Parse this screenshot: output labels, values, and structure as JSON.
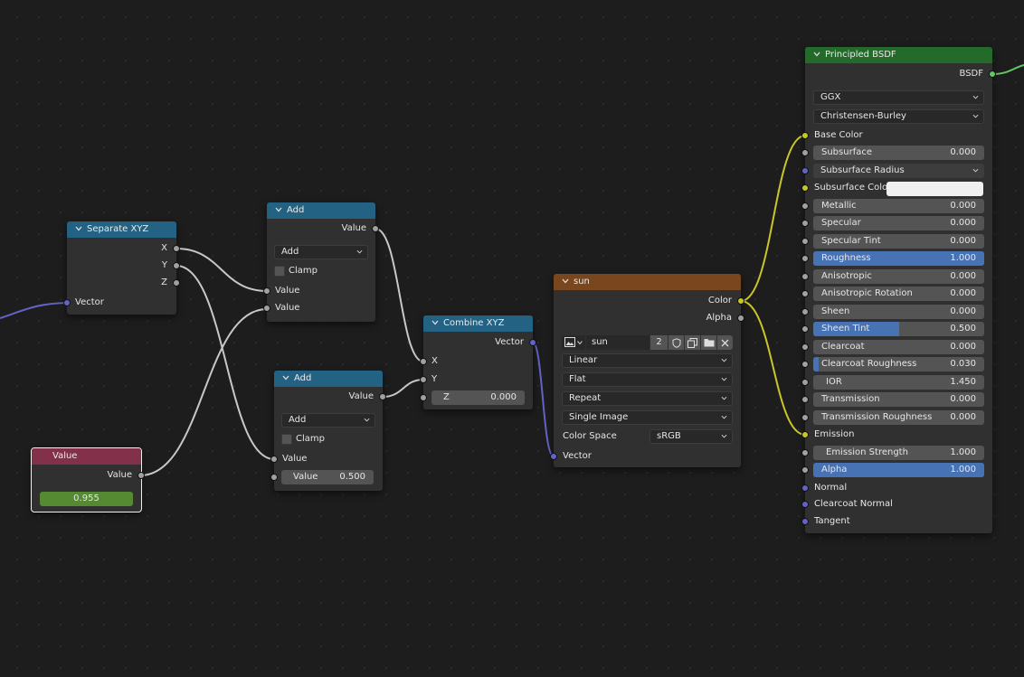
{
  "nodes": {
    "separate_xyz": {
      "title": "Separate XYZ",
      "outputs": [
        "X",
        "Y",
        "Z"
      ],
      "input": "Vector"
    },
    "add1": {
      "title": "Add",
      "output": "Value",
      "operation": "Add",
      "clamp": "Clamp",
      "inputs": [
        "Value",
        "Value"
      ]
    },
    "add2": {
      "title": "Add",
      "output": "Value",
      "operation": "Add",
      "clamp": "Clamp",
      "input1": "Value",
      "input2_label": "Value",
      "input2_value": "0.500"
    },
    "value": {
      "title": "Value",
      "output": "Value",
      "field": "0.955"
    },
    "combine_xyz": {
      "title": "Combine XYZ",
      "output": "Vector",
      "inputs": [
        "X",
        "Y"
      ],
      "z_label": "Z",
      "z_value": "0.000"
    },
    "sun": {
      "title": "sun",
      "outputs": [
        "Color",
        "Alpha"
      ],
      "image_name": "sun",
      "users": "2",
      "interpolation": "Linear",
      "projection": "Flat",
      "extension": "Repeat",
      "source": "Single Image",
      "colorspace_label": "Color Space",
      "colorspace": "sRGB",
      "input": "Vector"
    },
    "bsdf": {
      "title": "Principled BSDF",
      "output": "BSDF",
      "distribution": "GGX",
      "subsurface_method": "Christensen-Burley",
      "base_color": "Base Color",
      "subsurface_radius": "Subsurface Radius",
      "subsurface_color": "Subsurface Colo",
      "subsurface_color_hex": "#f0f0f0",
      "params": [
        {
          "label": "Subsurface",
          "value": "0.000",
          "fill": 0
        },
        {
          "label": "Metallic",
          "value": "0.000",
          "fill": 0
        },
        {
          "label": "Specular",
          "value": "0.000",
          "fill": 0
        },
        {
          "label": "Specular Tint",
          "value": "0.000",
          "fill": 0
        },
        {
          "label": "Roughness",
          "value": "1.000",
          "fill": 1
        },
        {
          "label": "Anisotropic",
          "value": "0.000",
          "fill": 0
        },
        {
          "label": "Anisotropic Rotation",
          "value": "0.000",
          "fill": 0
        },
        {
          "label": "Sheen",
          "value": "0.000",
          "fill": 0
        },
        {
          "label": "Sheen Tint",
          "value": "0.500",
          "fill": 0.5
        },
        {
          "label": "Clearcoat",
          "value": "0.000",
          "fill": 0
        },
        {
          "label": "Clearcoat Roughness",
          "value": "0.030",
          "fill": 0.03
        },
        {
          "label": "IOR",
          "value": "1.450",
          "fill": 0
        },
        {
          "label": "Transmission",
          "value": "0.000",
          "fill": 0
        },
        {
          "label": "Transmission Roughness",
          "value": "0.000",
          "fill": 0
        },
        {
          "label": "Emission Strength",
          "value": "1.000",
          "fill": 0
        },
        {
          "label": "Alpha",
          "value": "1.000",
          "fill": 1
        }
      ],
      "emission": "Emission",
      "normal": "Normal",
      "clearcoat_normal": "Clearcoat Normal",
      "tangent": "Tangent"
    }
  },
  "colors": {
    "header_converter": "#246283",
    "header_input": "#83314a",
    "header_texture": "#79461d",
    "header_shader": "#246b2b",
    "link_float": "#c8c8c8",
    "link_vector": "#6363c7",
    "link_color": "#c7c729",
    "link_shader": "#63c763",
    "value_field": "#558a32",
    "slider_fill": "#4772b3"
  }
}
